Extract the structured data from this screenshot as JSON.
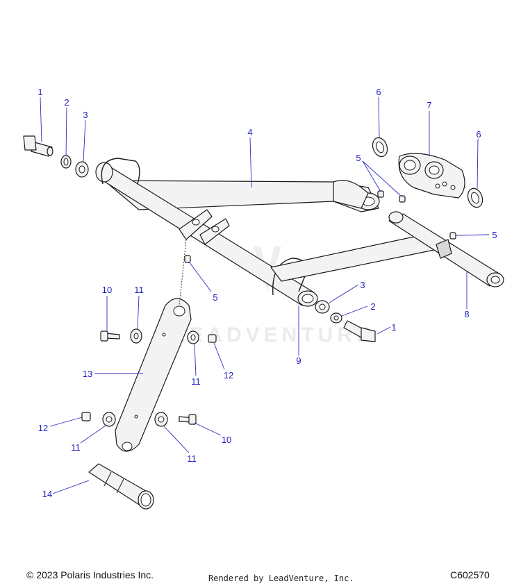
{
  "footer": {
    "copyright": "© 2023 Polaris Industries Inc.",
    "rendered_by": "Rendered by LeadVenture, Inc.",
    "figure_code": "C602570"
  },
  "watermark": {
    "text": "LEADVENTURE"
  },
  "callouts": [
    {
      "id": "c1a",
      "label": "1"
    },
    {
      "id": "c2a",
      "label": "2"
    },
    {
      "id": "c3a",
      "label": "3"
    },
    {
      "id": "c4",
      "label": "4"
    },
    {
      "id": "c5a",
      "label": "5"
    },
    {
      "id": "c5b",
      "label": "5"
    },
    {
      "id": "c5c",
      "label": "5"
    },
    {
      "id": "c6a",
      "label": "6"
    },
    {
      "id": "c6b",
      "label": "6"
    },
    {
      "id": "c7",
      "label": "7"
    },
    {
      "id": "c8",
      "label": "8"
    },
    {
      "id": "c9",
      "label": "9"
    },
    {
      "id": "c3b",
      "label": "3"
    },
    {
      "id": "c2b",
      "label": "2"
    },
    {
      "id": "c1b",
      "label": "1"
    },
    {
      "id": "c10a",
      "label": "10"
    },
    {
      "id": "c11a",
      "label": "11"
    },
    {
      "id": "c11b",
      "label": "11"
    },
    {
      "id": "c12a",
      "label": "12"
    },
    {
      "id": "c13",
      "label": "13"
    },
    {
      "id": "c12b",
      "label": "12"
    },
    {
      "id": "c11c",
      "label": "11"
    },
    {
      "id": "c11d",
      "label": "11"
    },
    {
      "id": "c10b",
      "label": "10"
    },
    {
      "id": "c14",
      "label": "14"
    }
  ],
  "colors": {
    "callout": "#1e1ebe",
    "leader": "#2b2bbf",
    "line": "#1a1a1a"
  }
}
